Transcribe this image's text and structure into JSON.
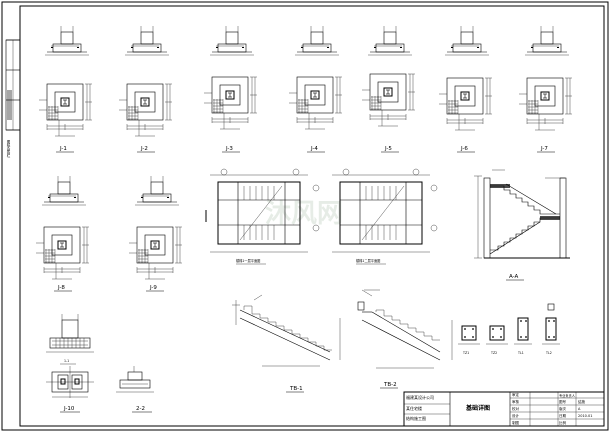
{
  "drawing": {
    "title": "基础详图",
    "watermark": "沐风网",
    "footings_top": [
      "J-1",
      "J-2",
      "J-3",
      "J-4",
      "J-5",
      "J-6",
      "J-7"
    ],
    "footings_mid": [
      "J-8",
      "J-9"
    ],
    "stair_plan_1": "楼梯1一层平面图",
    "stair_plan_2": "楼梯1二层平面图",
    "section_aa": "A-A",
    "stair_tb1": "TB-1",
    "stair_tb2": "TB-2",
    "section_11": "1-1",
    "section_22": "2-2",
    "footing_j10": "J-10",
    "beams": [
      "TZ1",
      "TZ2",
      "TL1",
      "TL2"
    ]
  },
  "title_block": {
    "company": "福建某设计公司",
    "project_label_1": "某住宅楼",
    "project_label_2": "结构施工图",
    "drawing_name": "基础详图",
    "rows": [
      {
        "k": "审定",
        "v": ""
      },
      {
        "k": "审核",
        "v": ""
      },
      {
        "k": "校对",
        "v": ""
      },
      {
        "k": "设计",
        "v": ""
      },
      {
        "k": "制图",
        "v": ""
      }
    ],
    "right_rows": [
      {
        "k": "专业负责人",
        "v": ""
      },
      {
        "k": "图号",
        "v": "结施"
      },
      {
        "k": "版次",
        "v": "A"
      },
      {
        "k": "日期",
        "v": "2010.01"
      },
      {
        "k": "比例",
        "v": ""
      }
    ]
  },
  "margin_labels": [
    "图纸会签栏"
  ]
}
